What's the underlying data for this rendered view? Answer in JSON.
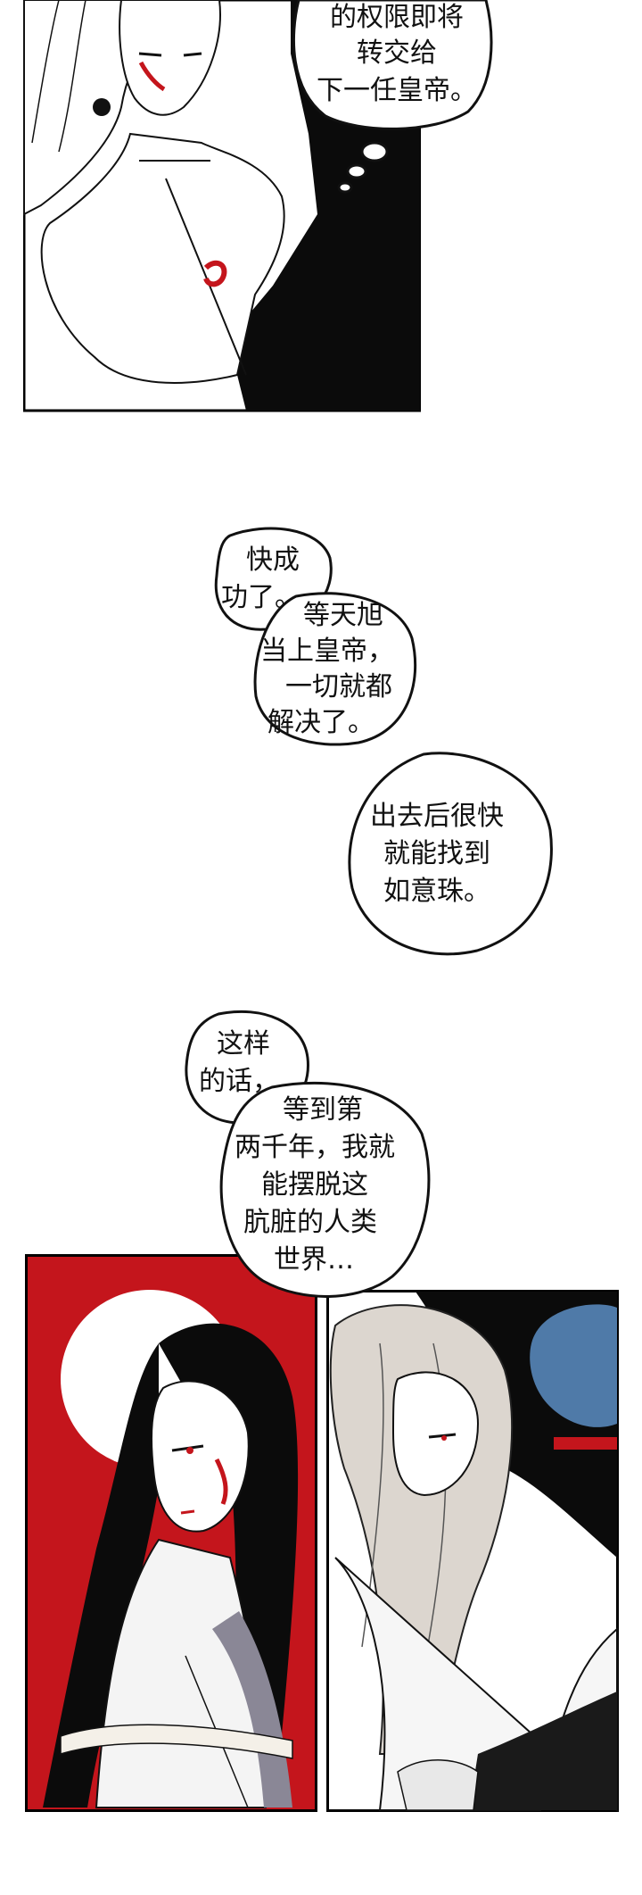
{
  "panels": {
    "top": {
      "bubble_lines": [
        "的权限即将",
        "转交给",
        "下一任皇帝。"
      ]
    },
    "middle": {
      "bubble1_lines": [
        "快成",
        "功了。"
      ],
      "bubble2_lines": [
        "等天旭",
        "当上皇帝，",
        "一切就都",
        "解决了。"
      ],
      "bubble3_lines": [
        "出去后很快",
        "就能找到",
        "如意珠。"
      ]
    },
    "bottom": {
      "bubble1_lines": [
        "这样",
        "的话，"
      ],
      "bubble2_lines": [
        "等到第",
        "两千年，我就",
        "能摆脱这",
        "肮脏的人类",
        "世界…"
      ]
    }
  },
  "colors": {
    "accent_red": "#c4151c",
    "ink": "#111111",
    "panel_border": "#000000"
  }
}
